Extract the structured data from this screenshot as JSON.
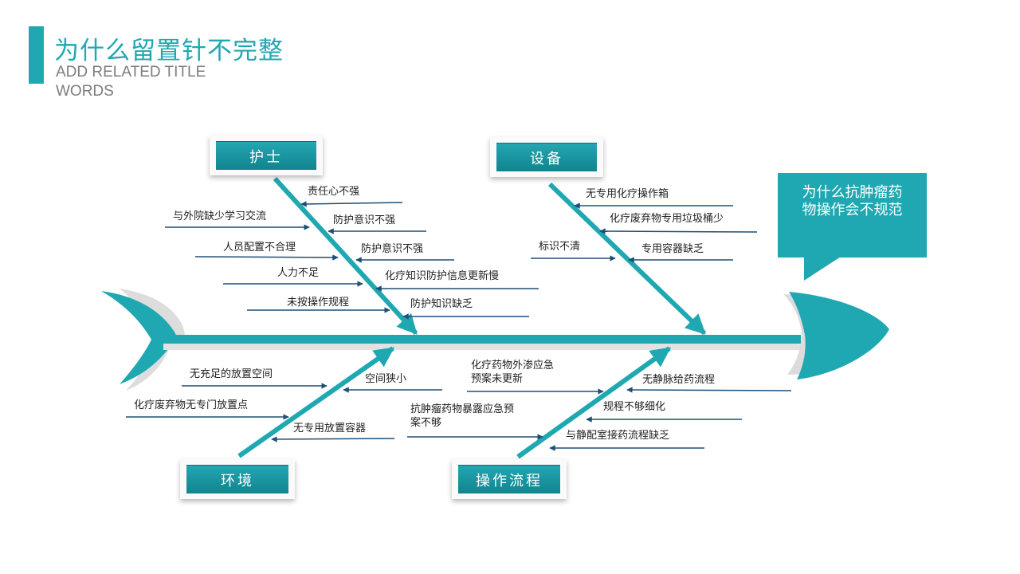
{
  "header": {
    "title": "为什么留置针不完整",
    "subtitle": "ADD RELATED TITLE WORDS"
  },
  "problem": "为什么抗肿瘤药物操作会不规范",
  "colors": {
    "accent": "#1fa8b2",
    "arrow": "#1e4f77",
    "text": "#222222"
  },
  "categories": [
    {
      "key": "nurse",
      "label": "护士"
    },
    {
      "key": "equipment",
      "label": "设备"
    },
    {
      "key": "environment",
      "label": "环境"
    },
    {
      "key": "process",
      "label": "操作流程"
    }
  ],
  "causes": {
    "nurse": [
      "责任心不强",
      "与外院缺少学习交流",
      "防护意识不强",
      "人员配置不合理",
      "防护意识不强",
      "人力不足",
      "化疗知识防护信息更新慢",
      "未按操作规程",
      "防护知识缺乏"
    ],
    "equipment": [
      "无专用化疗操作箱",
      "化疗废弃物专用垃圾桶少",
      "标识不清",
      "专用容器缺乏"
    ],
    "environment": [
      "无充足的放置空间",
      "空间狭小",
      "化疗废弃物无专门放置点",
      "无专用放置容器"
    ],
    "process": [
      "化疗药物外渗应急预案未更新",
      "无静脉给药流程",
      "抗肿瘤药物暴露应急预案不够",
      "规程不够细化",
      "与静配室接药流程缺乏"
    ]
  }
}
